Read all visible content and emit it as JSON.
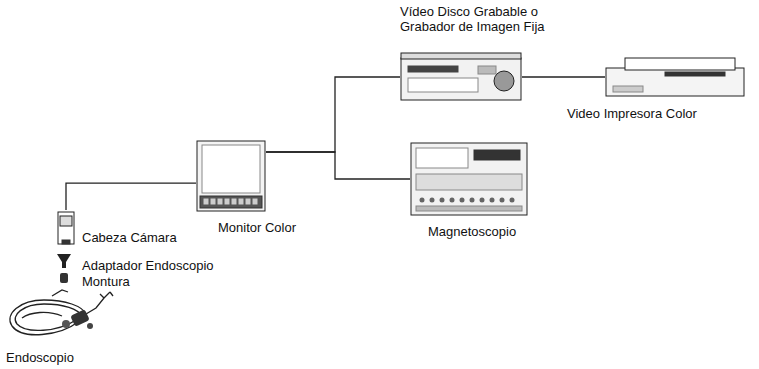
{
  "diagram": {
    "nodes": [
      {
        "text": [
          "Cabeza Cámara"
        ]
      },
      {
        "text": [
          "Monitor Color"
        ]
      },
      {
        "text": [
          "Vídeo Disco Grabable o Grabador de Imagen Fija"
        ]
      },
      {
        "text": [
          "Video Impresora Color"
        ]
      },
      {
        "text": [
          "Magnetoscopio"
        ]
      }
    ],
    "edges": [
      {
        "from": 0,
        "to": 1,
        "arrow": "none"
      },
      {
        "from": 1,
        "to": 2,
        "arrow": "none"
      },
      {
        "from": 1,
        "to": 4,
        "arrow": "none"
      },
      {
        "from": 2,
        "to": 3,
        "arrow": "none"
      }
    ],
    "labels": [
      "Adaptador Endoscopio",
      "Montura",
      "Endoscopio"
    ]
  }
}
